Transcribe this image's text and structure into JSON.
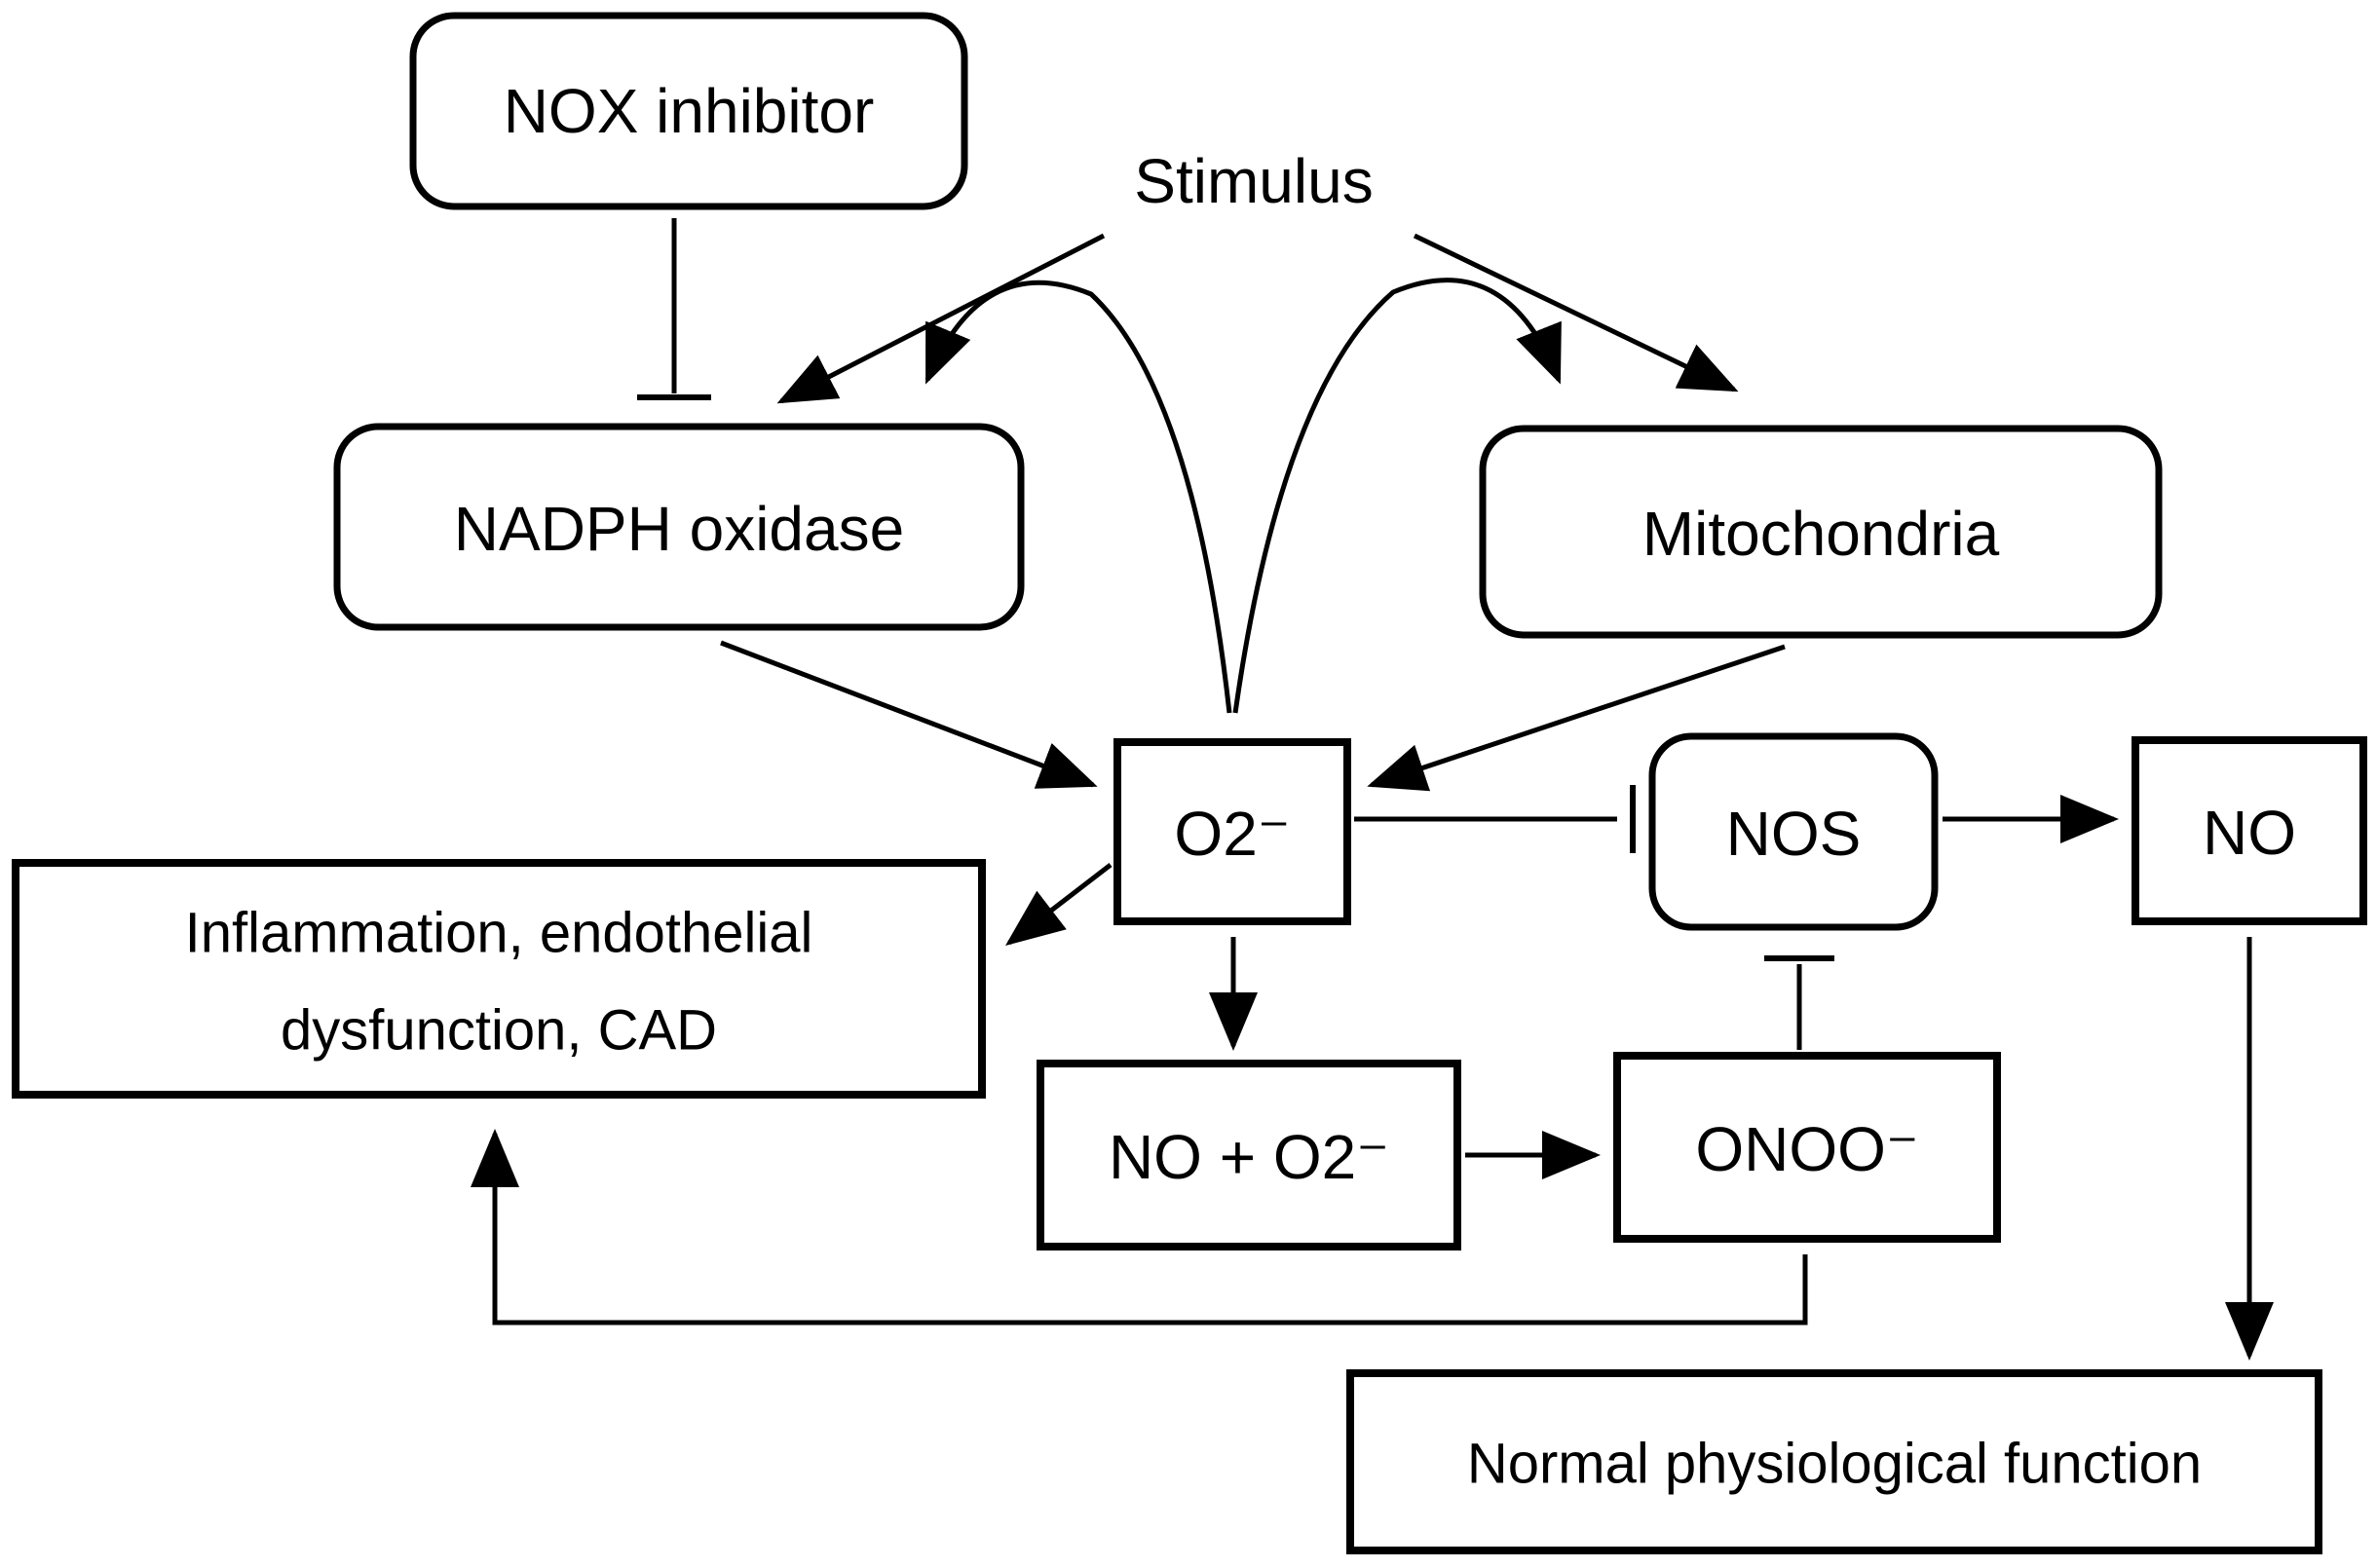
{
  "diagram": {
    "background_color": "#ffffff",
    "line_color": "#000000",
    "text_color": "#000000",
    "nodes": {
      "nox_inhibitor": {
        "label": "NOX inhibitor",
        "shape": "rounded-rect"
      },
      "stimulus": {
        "label": "Stimulus",
        "shape": "text-label"
      },
      "nadph_oxidase": {
        "label": "NADPH oxidase",
        "shape": "rounded-rect"
      },
      "mitochondria": {
        "label": "Mitochondria",
        "shape": "rounded-rect"
      },
      "superoxide": {
        "label": "O2⁻",
        "shape": "rect"
      },
      "nos": {
        "label": "NOS",
        "shape": "rounded-rect"
      },
      "no": {
        "label": "NO",
        "shape": "rect"
      },
      "inflammation": {
        "label_lines": [
          "Inflammation, endothelial",
          "dysfunction, CAD"
        ],
        "shape": "rect"
      },
      "no_plus_o2": {
        "label": "NO + O2⁻",
        "shape": "rect"
      },
      "peroxynitrite": {
        "label": "ONOO⁻",
        "shape": "rect"
      },
      "normal_function": {
        "label": "Normal physiological function",
        "shape": "rect"
      }
    },
    "relations": [
      {
        "from": "NOX inhibitor",
        "to": "NADPH oxidase",
        "type": "inhibition"
      },
      {
        "from": "Stimulus",
        "to": "NADPH oxidase",
        "type": "activation"
      },
      {
        "from": "Stimulus",
        "to": "Mitochondria",
        "type": "activation"
      },
      {
        "from": "O2⁻",
        "to": "NADPH oxidase",
        "type": "feedback-activation"
      },
      {
        "from": "O2⁻",
        "to": "Mitochondria",
        "type": "feedback-activation"
      },
      {
        "from": "NADPH oxidase",
        "to": "O2⁻",
        "type": "activation"
      },
      {
        "from": "Mitochondria",
        "to": "O2⁻",
        "type": "activation"
      },
      {
        "from": "O2⁻",
        "to": "Inflammation, endothelial dysfunction, CAD",
        "type": "activation"
      },
      {
        "from": "O2⁻",
        "to": "NO + O2⁻",
        "type": "activation"
      },
      {
        "from": "O2⁻",
        "to": "NOS",
        "type": "inhibition"
      },
      {
        "from": "NOS",
        "to": "NO",
        "type": "activation"
      },
      {
        "from": "NO + O2⁻",
        "to": "ONOO⁻",
        "type": "activation"
      },
      {
        "from": "ONOO⁻",
        "to": "NOS",
        "type": "inhibition"
      },
      {
        "from": "ONOO⁻",
        "to": "Inflammation, endothelial dysfunction, CAD",
        "type": "activation"
      },
      {
        "from": "NO",
        "to": "Normal physiological function",
        "type": "activation"
      }
    ]
  }
}
